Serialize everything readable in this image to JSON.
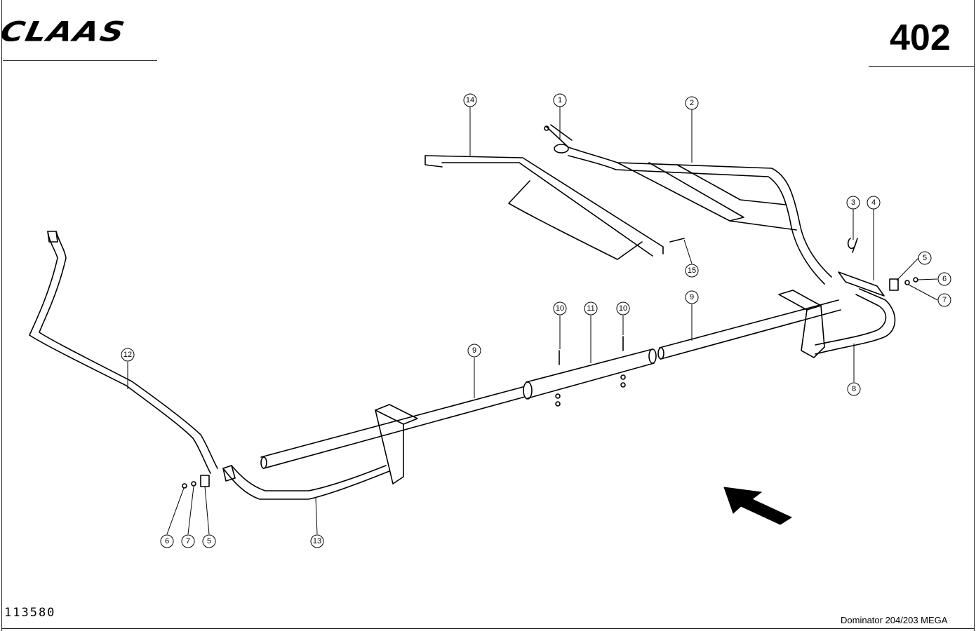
{
  "header": {
    "logo_text": "CLAAS",
    "page_number": "402"
  },
  "footer": {
    "drawing_number": "113580",
    "model": "Dominator 204/203 MEGA"
  },
  "callouts": [
    "14",
    "1",
    "2",
    "3",
    "4",
    "5",
    "6",
    "7",
    "15",
    "10",
    "11",
    "10",
    "9",
    "9",
    "12",
    "8",
    "6",
    "7",
    "5",
    "13"
  ]
}
